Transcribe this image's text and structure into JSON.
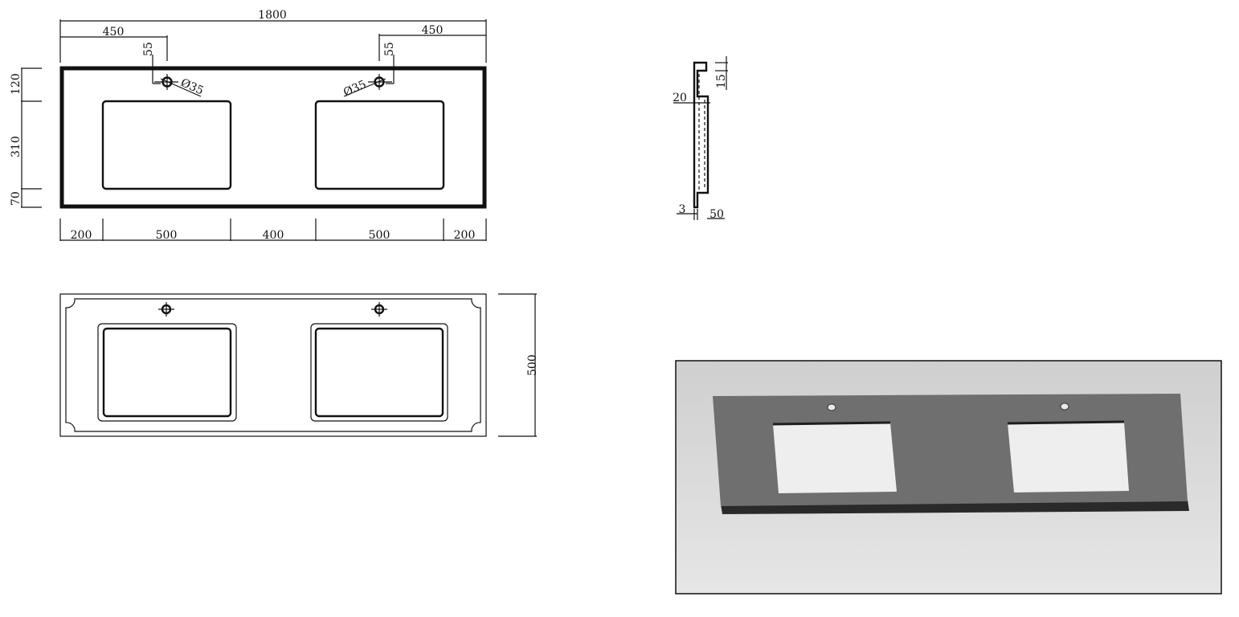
{
  "front_view": {
    "overall_width": "1800",
    "tap_offset_left": "450",
    "tap_offset_right": "450",
    "tap_height_left": "55",
    "tap_height_right": "55",
    "tap_hole_left": "Ø35",
    "tap_hole_right": "Ø35",
    "vertical": [
      "120",
      "310",
      "70"
    ],
    "bottom_segments": [
      "200",
      "500",
      "400",
      "500",
      "200"
    ]
  },
  "top_view": {
    "depth": "500"
  },
  "section_view": {
    "dims": [
      "15",
      "20",
      "3",
      "50"
    ]
  },
  "render_view": {
    "colors": {
      "slab": "#6f6f6f",
      "slab_edge": "#2a2a2a",
      "background_top": "#d0d0d0",
      "background_bottom": "#e4e4e4",
      "basin": "#f2f2f2"
    }
  }
}
